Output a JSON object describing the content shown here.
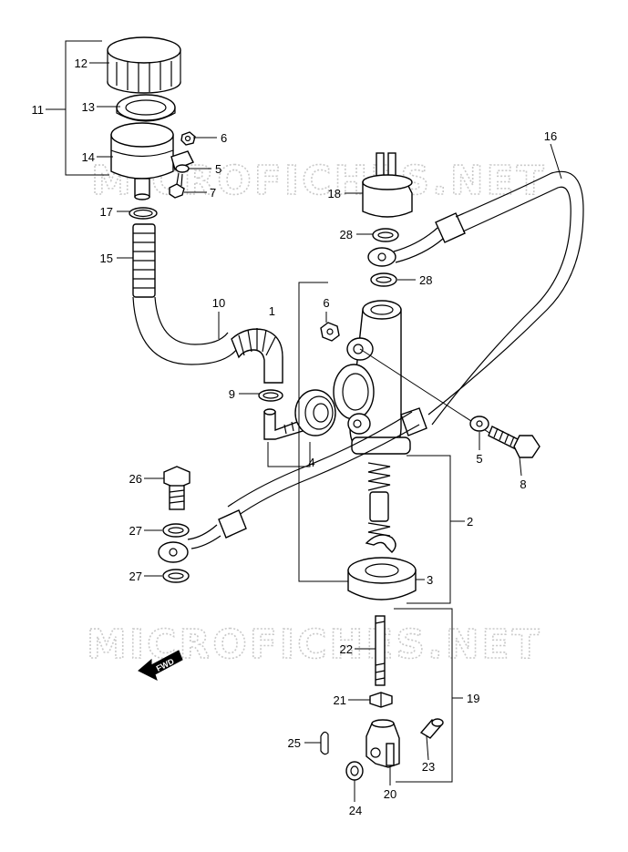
{
  "watermark": "MICROFICHES.NET",
  "fwd_label": "FWD",
  "callouts": [
    "1",
    "2",
    "3",
    "4",
    "5",
    "6",
    "7",
    "8",
    "9",
    "10",
    "11",
    "12",
    "13",
    "14",
    "15",
    "16",
    "17",
    "18",
    "19",
    "20",
    "21",
    "22",
    "23",
    "24",
    "25",
    "26",
    "27",
    "28"
  ]
}
